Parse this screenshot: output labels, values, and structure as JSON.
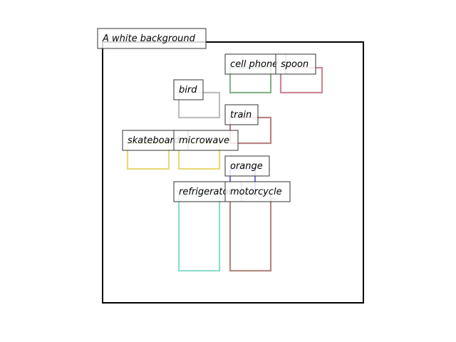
{
  "canvas": {
    "caption": "A white background",
    "frame_color": "#000000"
  },
  "objects": [
    {
      "label": "cell phone",
      "color": "#7daa80"
    },
    {
      "label": "spoon",
      "color": "#c47a8a"
    },
    {
      "label": "bird",
      "color": "#b8b8b8"
    },
    {
      "label": "train",
      "color": "#b57575"
    },
    {
      "label": "skateboard",
      "color": "#e6d56a"
    },
    {
      "label": "microwave",
      "color": "#e6d56a"
    },
    {
      "label": "orange",
      "color": "#6a6ad6"
    },
    {
      "label": "refrigerator",
      "color": "#7fd8c8"
    },
    {
      "label": "motorcycle",
      "color": "#a87c70"
    }
  ]
}
